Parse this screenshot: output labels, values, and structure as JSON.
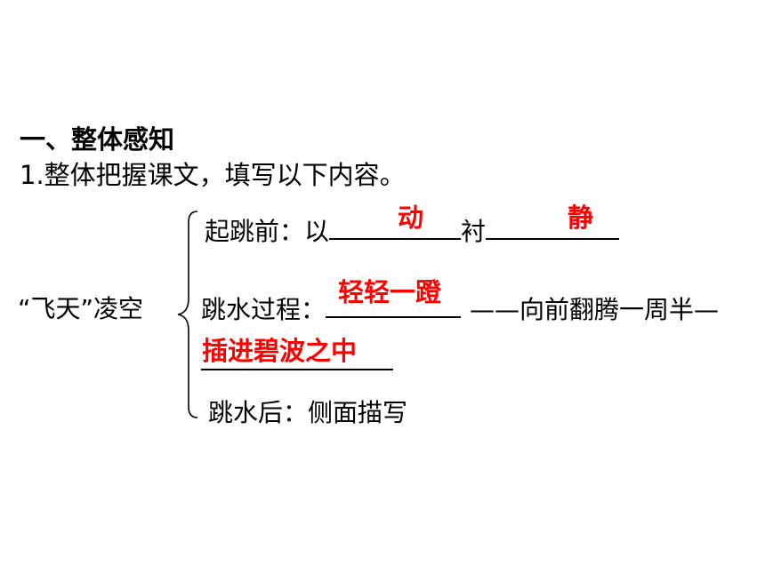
{
  "section_heading": "一、整体感知",
  "task": "1.整体把握课文，填写以下内容。",
  "topic": "“飞天”凌空",
  "rows": {
    "before_jump": {
      "label": "起跳前：以",
      "connector": "衬",
      "answer1": "动",
      "answer2": "静"
    },
    "during_jump": {
      "label": "跳水过程：",
      "answer1": "轻轻一蹬",
      "middle_text": "——向前翻腾一周半—",
      "answer2": "插进碧波之中"
    },
    "after_jump": {
      "label": "跳水后：侧面描写"
    }
  },
  "colors": {
    "answer": "#ff0000",
    "text": "#000000",
    "background": "#ffffff"
  }
}
